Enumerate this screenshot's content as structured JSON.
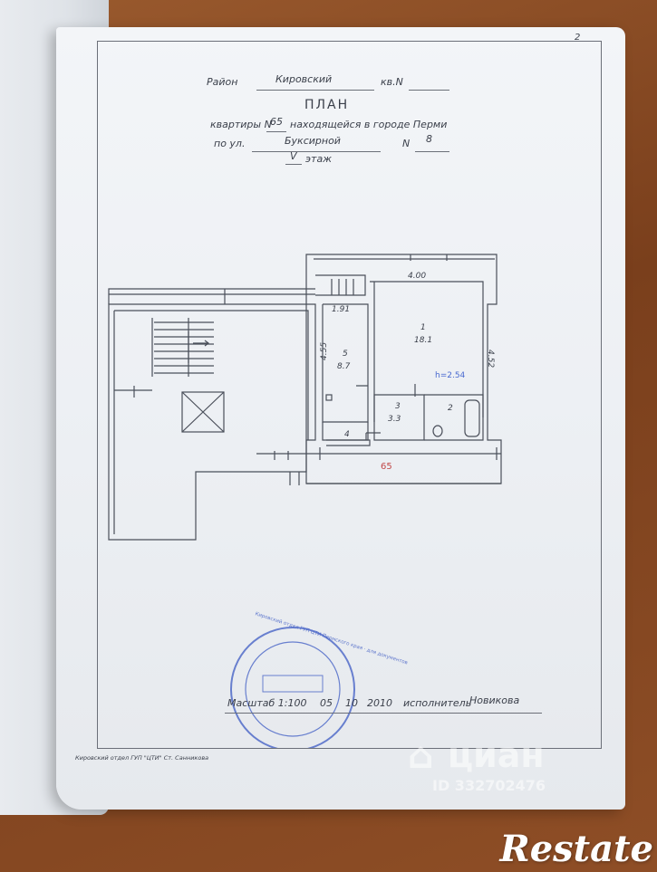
{
  "header": {
    "district_label": "Район",
    "district_value": "Кировский",
    "kv_label": "кв.N",
    "title": "ПЛАН",
    "apt_label": "квартиры N",
    "apt_value": "65",
    "location_text": "находящейся в городе Перми",
    "street_label": "по ул.",
    "street_value": "Буксирной",
    "house_label": "N",
    "house_value": "8",
    "floor_value": "V",
    "floor_label": "этаж"
  },
  "rooms": [
    {
      "id": "1",
      "area": "18.1"
    },
    {
      "id": "2",
      "area": ""
    },
    {
      "id": "3",
      "area": "3.3"
    },
    {
      "id": "4",
      "area": ""
    },
    {
      "id": "5",
      "area": "8.7"
    }
  ],
  "dimensions": {
    "room1_width": "4.00",
    "room1_length": "4.52",
    "room5_width": "1.91",
    "room5_length": "4.55",
    "height": "h=2.54",
    "apartment_mark": "65"
  },
  "footer": {
    "scale_label": "Масштаб 1:100",
    "date_day": "05",
    "date_month": "10",
    "date_year": "2010",
    "executor_label": "исполнитель",
    "executor_name": "Новикова",
    "office_text": "Кировский отдел ГУП \"ЦТИ\" Ст. Санникова"
  },
  "page_number": "2",
  "stamp": {
    "text": "Кировский отдел ГУП ЦТИ Пермского края · для документов"
  },
  "watermarks": {
    "cian": "циан",
    "cian_id": "ID 332702476",
    "restate": "Restate"
  },
  "colors": {
    "ink": "#3a3f4a",
    "stamp_blue": "#3d5bc4",
    "apt_mark_red": "#c24a4a",
    "height_blue": "#4a6ad0"
  }
}
